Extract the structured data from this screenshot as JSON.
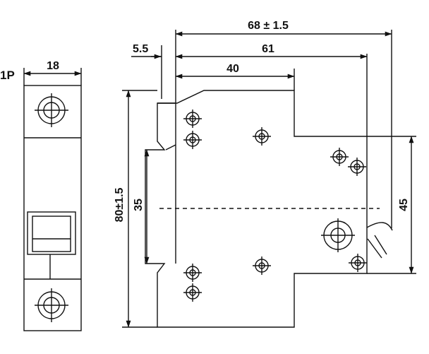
{
  "front_view": {
    "pole_label": "1P",
    "width_dim": "18"
  },
  "side_view": {
    "dim_overall_width": "68 ± 1.5",
    "dim_rail_offset": "5.5",
    "dim_body_width": "61",
    "dim_upper_width": "40",
    "dim_height": "80±1.5",
    "dim_rail_height": "35",
    "dim_rear_height": "45"
  }
}
